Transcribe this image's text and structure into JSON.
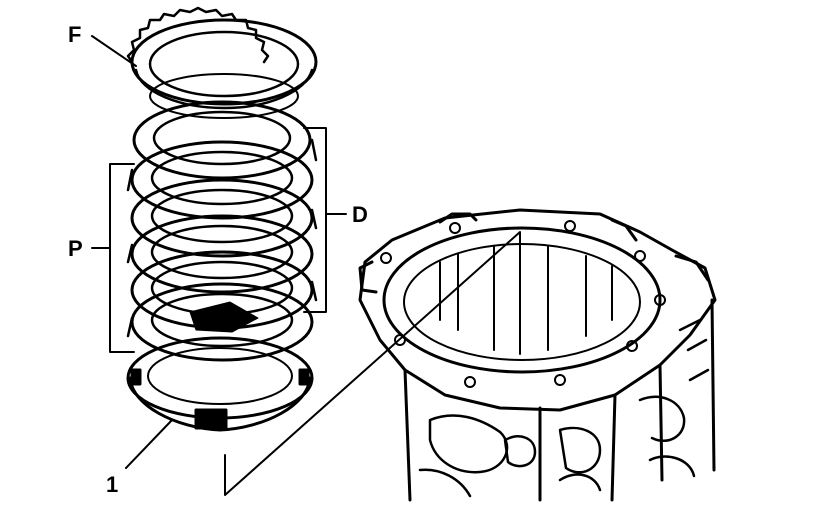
{
  "callouts": {
    "f": "F",
    "d": "D",
    "p": "P",
    "one": "1"
  },
  "colors": {
    "ink": "#000000",
    "paper": "#ffffff"
  }
}
